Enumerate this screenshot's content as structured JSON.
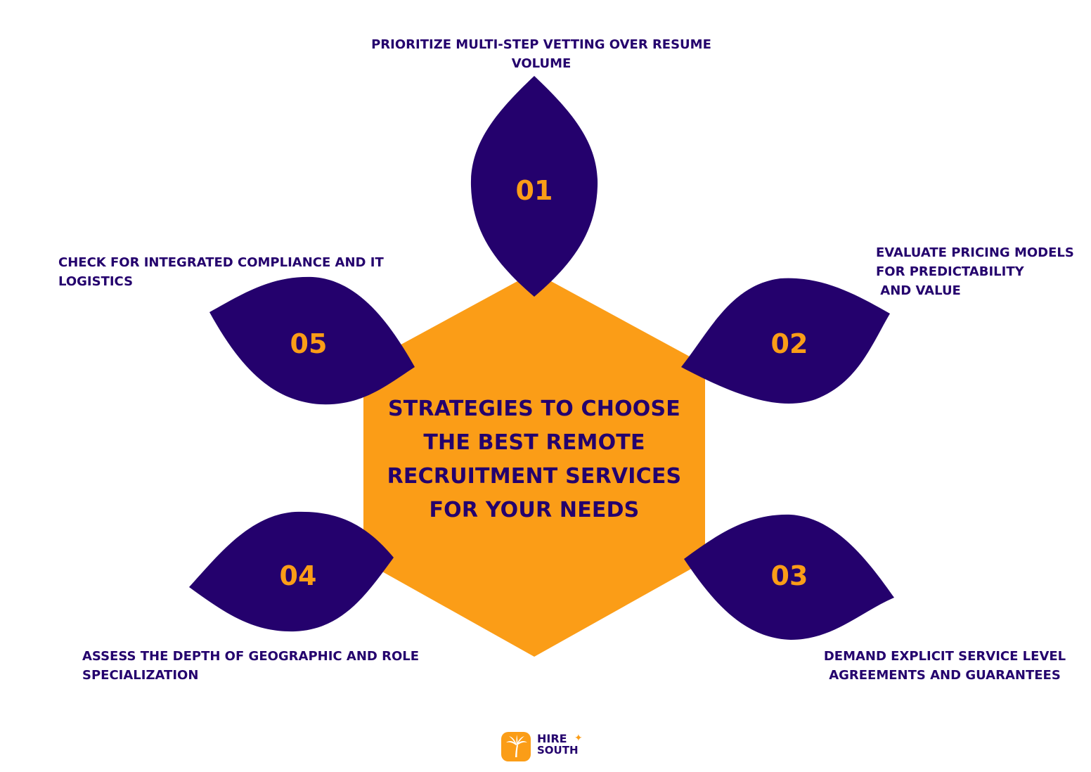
{
  "colors": {
    "background": "#ffffff",
    "hexagon": "#fb9d17",
    "petal": "#24016d",
    "petal_number": "#fb9d17",
    "title_text": "#24016d",
    "caption_text": "#24016d",
    "logo_badge": "#fb9d17",
    "logo_text": "#24016d"
  },
  "center": {
    "title_lines": [
      "STRATEGIES TO CHOOSE",
      "THE BEST REMOTE",
      "RECRUITMENT SERVICES",
      "FOR YOUR NEEDS"
    ]
  },
  "strategies": [
    {
      "number": "01",
      "caption_lines": [
        "PRIORITIZE MULTI-STEP VETTING OVER RESUME",
        "VOLUME"
      ]
    },
    {
      "number": "02",
      "caption_lines": [
        "EVALUATE PRICING MODELS",
        "FOR PREDICTABILITY",
        " AND VALUE"
      ]
    },
    {
      "number": "03",
      "caption_lines": [
        "DEMAND EXPLICIT SERVICE LEVEL",
        "AGREEMENTS AND GUARANTEES"
      ]
    },
    {
      "number": "04",
      "caption_lines": [
        "ASSESS THE DEPTH OF GEOGRAPHIC AND ROLE",
        "SPECIALIZATION"
      ]
    },
    {
      "number": "05",
      "caption_lines": [
        "CHECK FOR INTEGRATED COMPLIANCE AND IT",
        "LOGISTICS"
      ]
    }
  ],
  "logo": {
    "icon": "palm-tree-icon",
    "word1": "HIRE",
    "word2": "SOUTH",
    "sparkle": "✦"
  }
}
